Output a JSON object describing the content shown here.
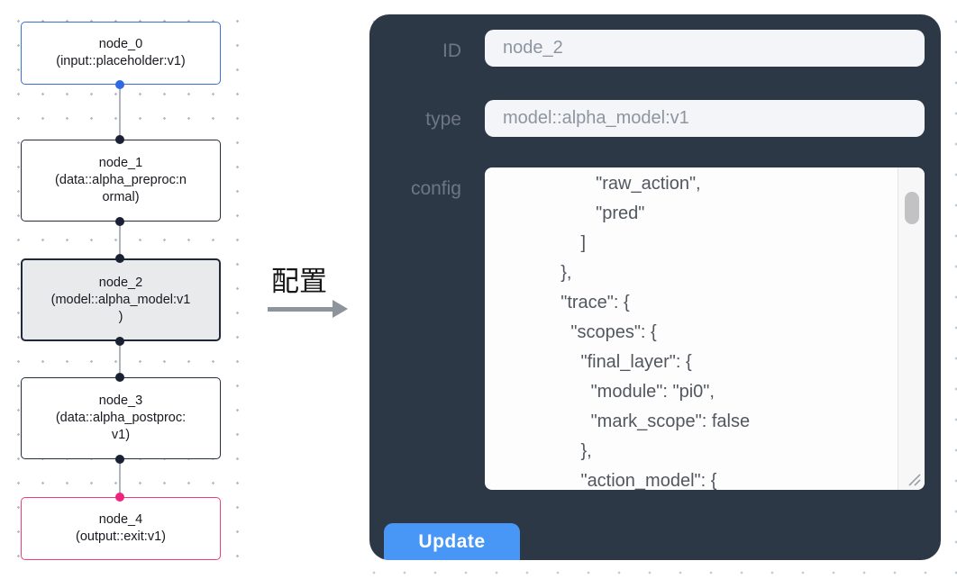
{
  "flow": {
    "nodes": [
      {
        "id": "node_0",
        "label": "node_0\n(input::placeholder:v1)",
        "role": "input"
      },
      {
        "id": "node_1",
        "label": "node_1\n(data::alpha_preproc:n\normal)",
        "role": "processor"
      },
      {
        "id": "node_2",
        "label": "node_2\n(model::alpha_model:v1\n)",
        "role": "model-selected"
      },
      {
        "id": "node_3",
        "label": "node_3\n(data::alpha_postproc:\nv1)",
        "role": "processor"
      },
      {
        "id": "node_4",
        "label": "node_4\n(output::exit:v1)",
        "role": "output"
      }
    ]
  },
  "transition": {
    "label": "配置"
  },
  "panel": {
    "id_label": "ID",
    "id_value": "node_2",
    "type_label": "type",
    "type_value": "model::alpha_model:v1",
    "config_label": "config",
    "config_value": "                    \"raw_action\",\n                    \"pred\"\n                 ]\n             },\n             \"trace\": {\n               \"scopes\": {\n                 \"final_layer\": {\n                   \"module\": \"pi0\",\n                   \"mark_scope\": false\n                 },\n                 \"action_model\": {",
    "update_label": "Update"
  },
  "colors": {
    "panel_bg": "#2d3847",
    "input_bg": "#f3f5f9",
    "accent_blue_node": "#3b6fd6",
    "accent_pink_node": "#ee3d7f",
    "node_dark_border": "#20283b",
    "update_button": "#4897f7",
    "edge_gray": "#b0b4bc"
  }
}
